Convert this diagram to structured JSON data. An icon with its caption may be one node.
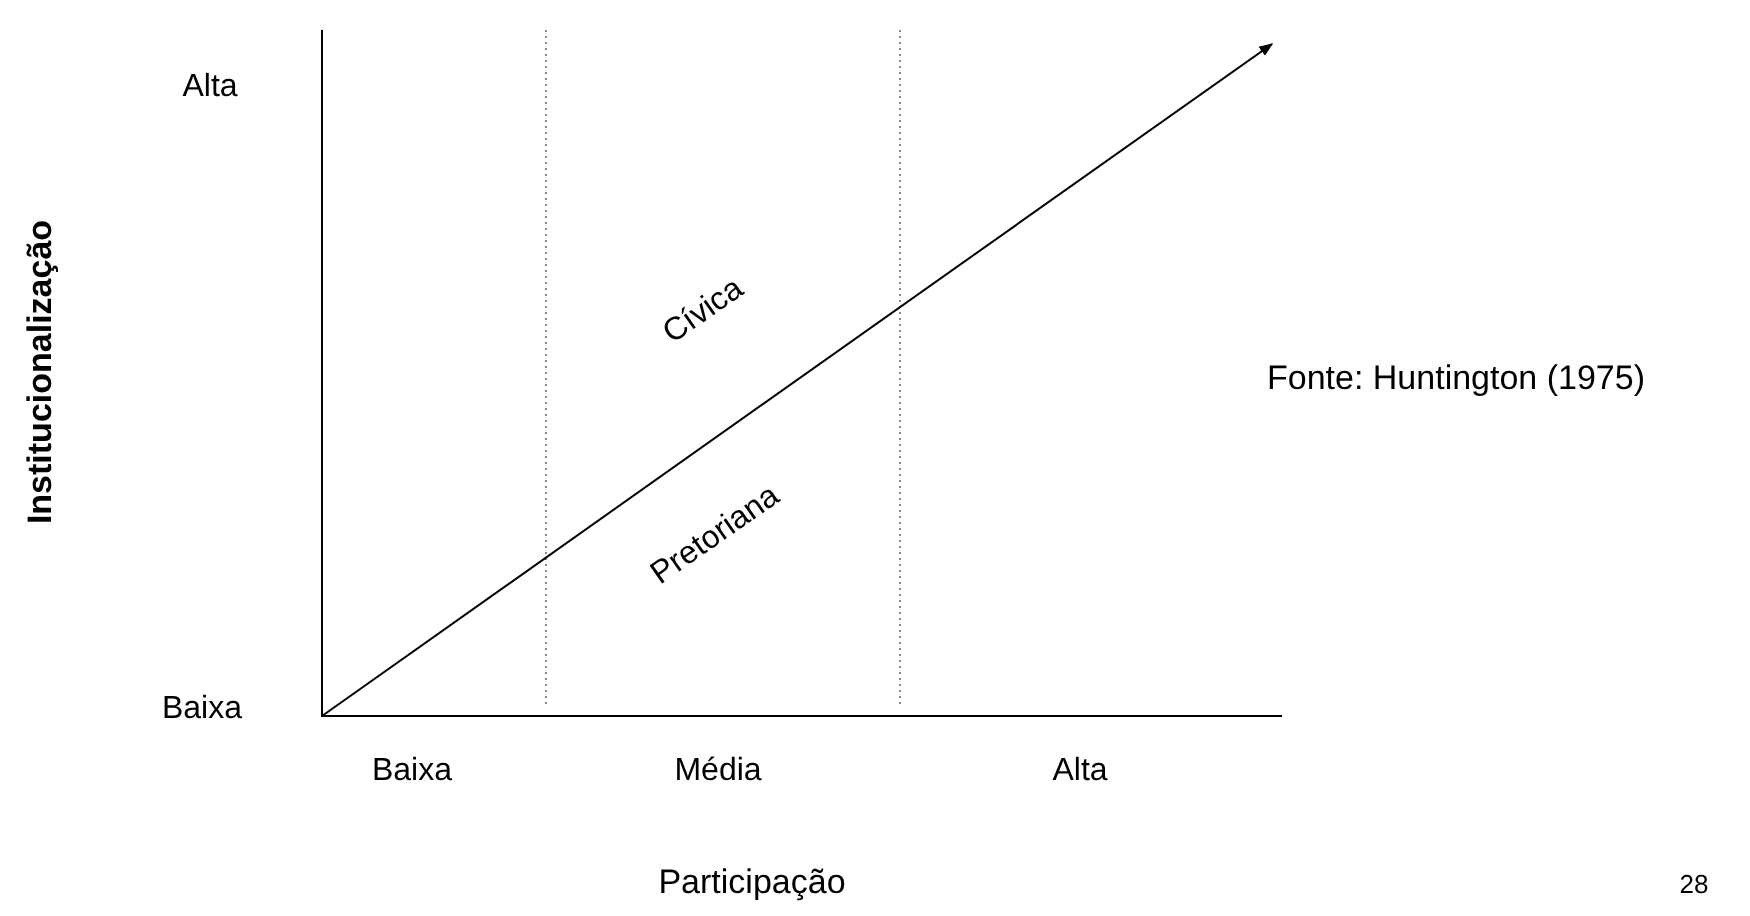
{
  "diagram": {
    "labels": [
      "Alta",
      "Cívica",
      "Fonte: Huntington (1975)",
      "Institucionalização",
      "Pretoriana",
      "Baixa",
      "Baixa",
      "Média",
      "Alta",
      "Participação",
      "28"
    ]
  }
}
